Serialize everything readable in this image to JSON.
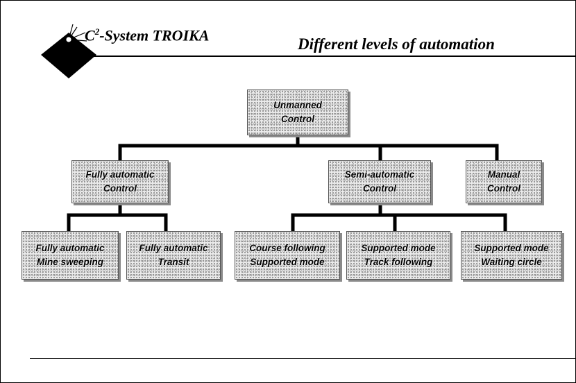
{
  "header": {
    "system_title_prefix": "C",
    "system_title_sup": "2",
    "system_title_rest": "-System TROIKA",
    "subtitle": "Different levels of automation"
  },
  "diagram": {
    "root": {
      "line1": "Unmanned",
      "line2": "Control"
    },
    "level1": {
      "fully_automatic": {
        "line1": "Fully automatic",
        "line2": "Control"
      },
      "semi_automatic": {
        "line1": "Semi-automatic",
        "line2": "Control"
      },
      "manual": {
        "line1": "Manual",
        "line2": "Control"
      }
    },
    "level2": {
      "fa_mine_sweeping": {
        "line1": "Fully automatic",
        "line2": "Mine sweeping"
      },
      "fa_transit": {
        "line1": "Fully automatic",
        "line2": "Transit"
      },
      "course_following": {
        "line1": "Course following",
        "line2": "Supported mode"
      },
      "track_following": {
        "line1": "Supported mode",
        "line2": "Track following"
      },
      "waiting_circle": {
        "line1": "Supported mode",
        "line2": "Waiting circle"
      }
    }
  },
  "colors": {
    "ink": "#000000",
    "box_fill": "#ececec",
    "box_speckle": "#8a8a8a"
  }
}
